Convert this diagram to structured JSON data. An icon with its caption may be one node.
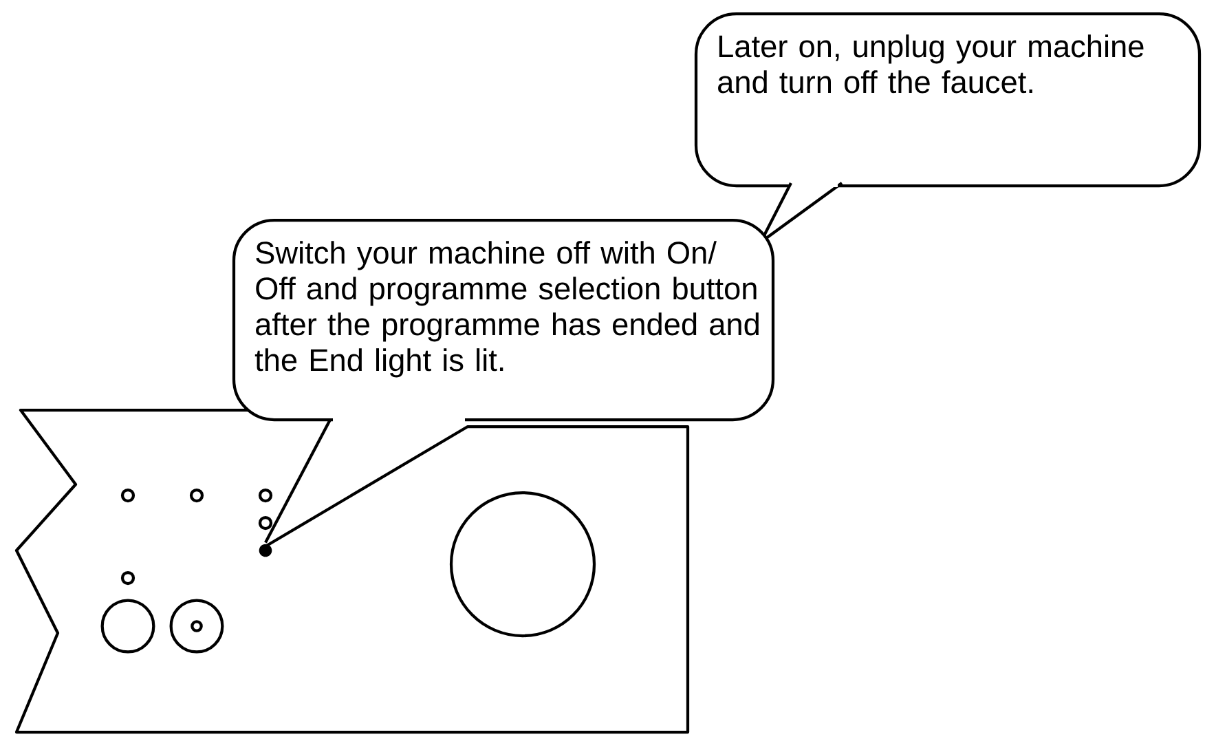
{
  "diagram": {
    "nodes": [
      {
        "text": [
          "Later on, unplug your machine and turn off the faucet."
        ]
      },
      {
        "text": [
          "Switch your machine off with On/ Off and programme selection button after the programme has ended and the End light is lit."
        ]
      },
      {
        "text": [],
        "shape": "circle"
      }
    ],
    "edges": [
      {
        "from": 1,
        "to": 2,
        "arrow": "none"
      }
    ]
  }
}
